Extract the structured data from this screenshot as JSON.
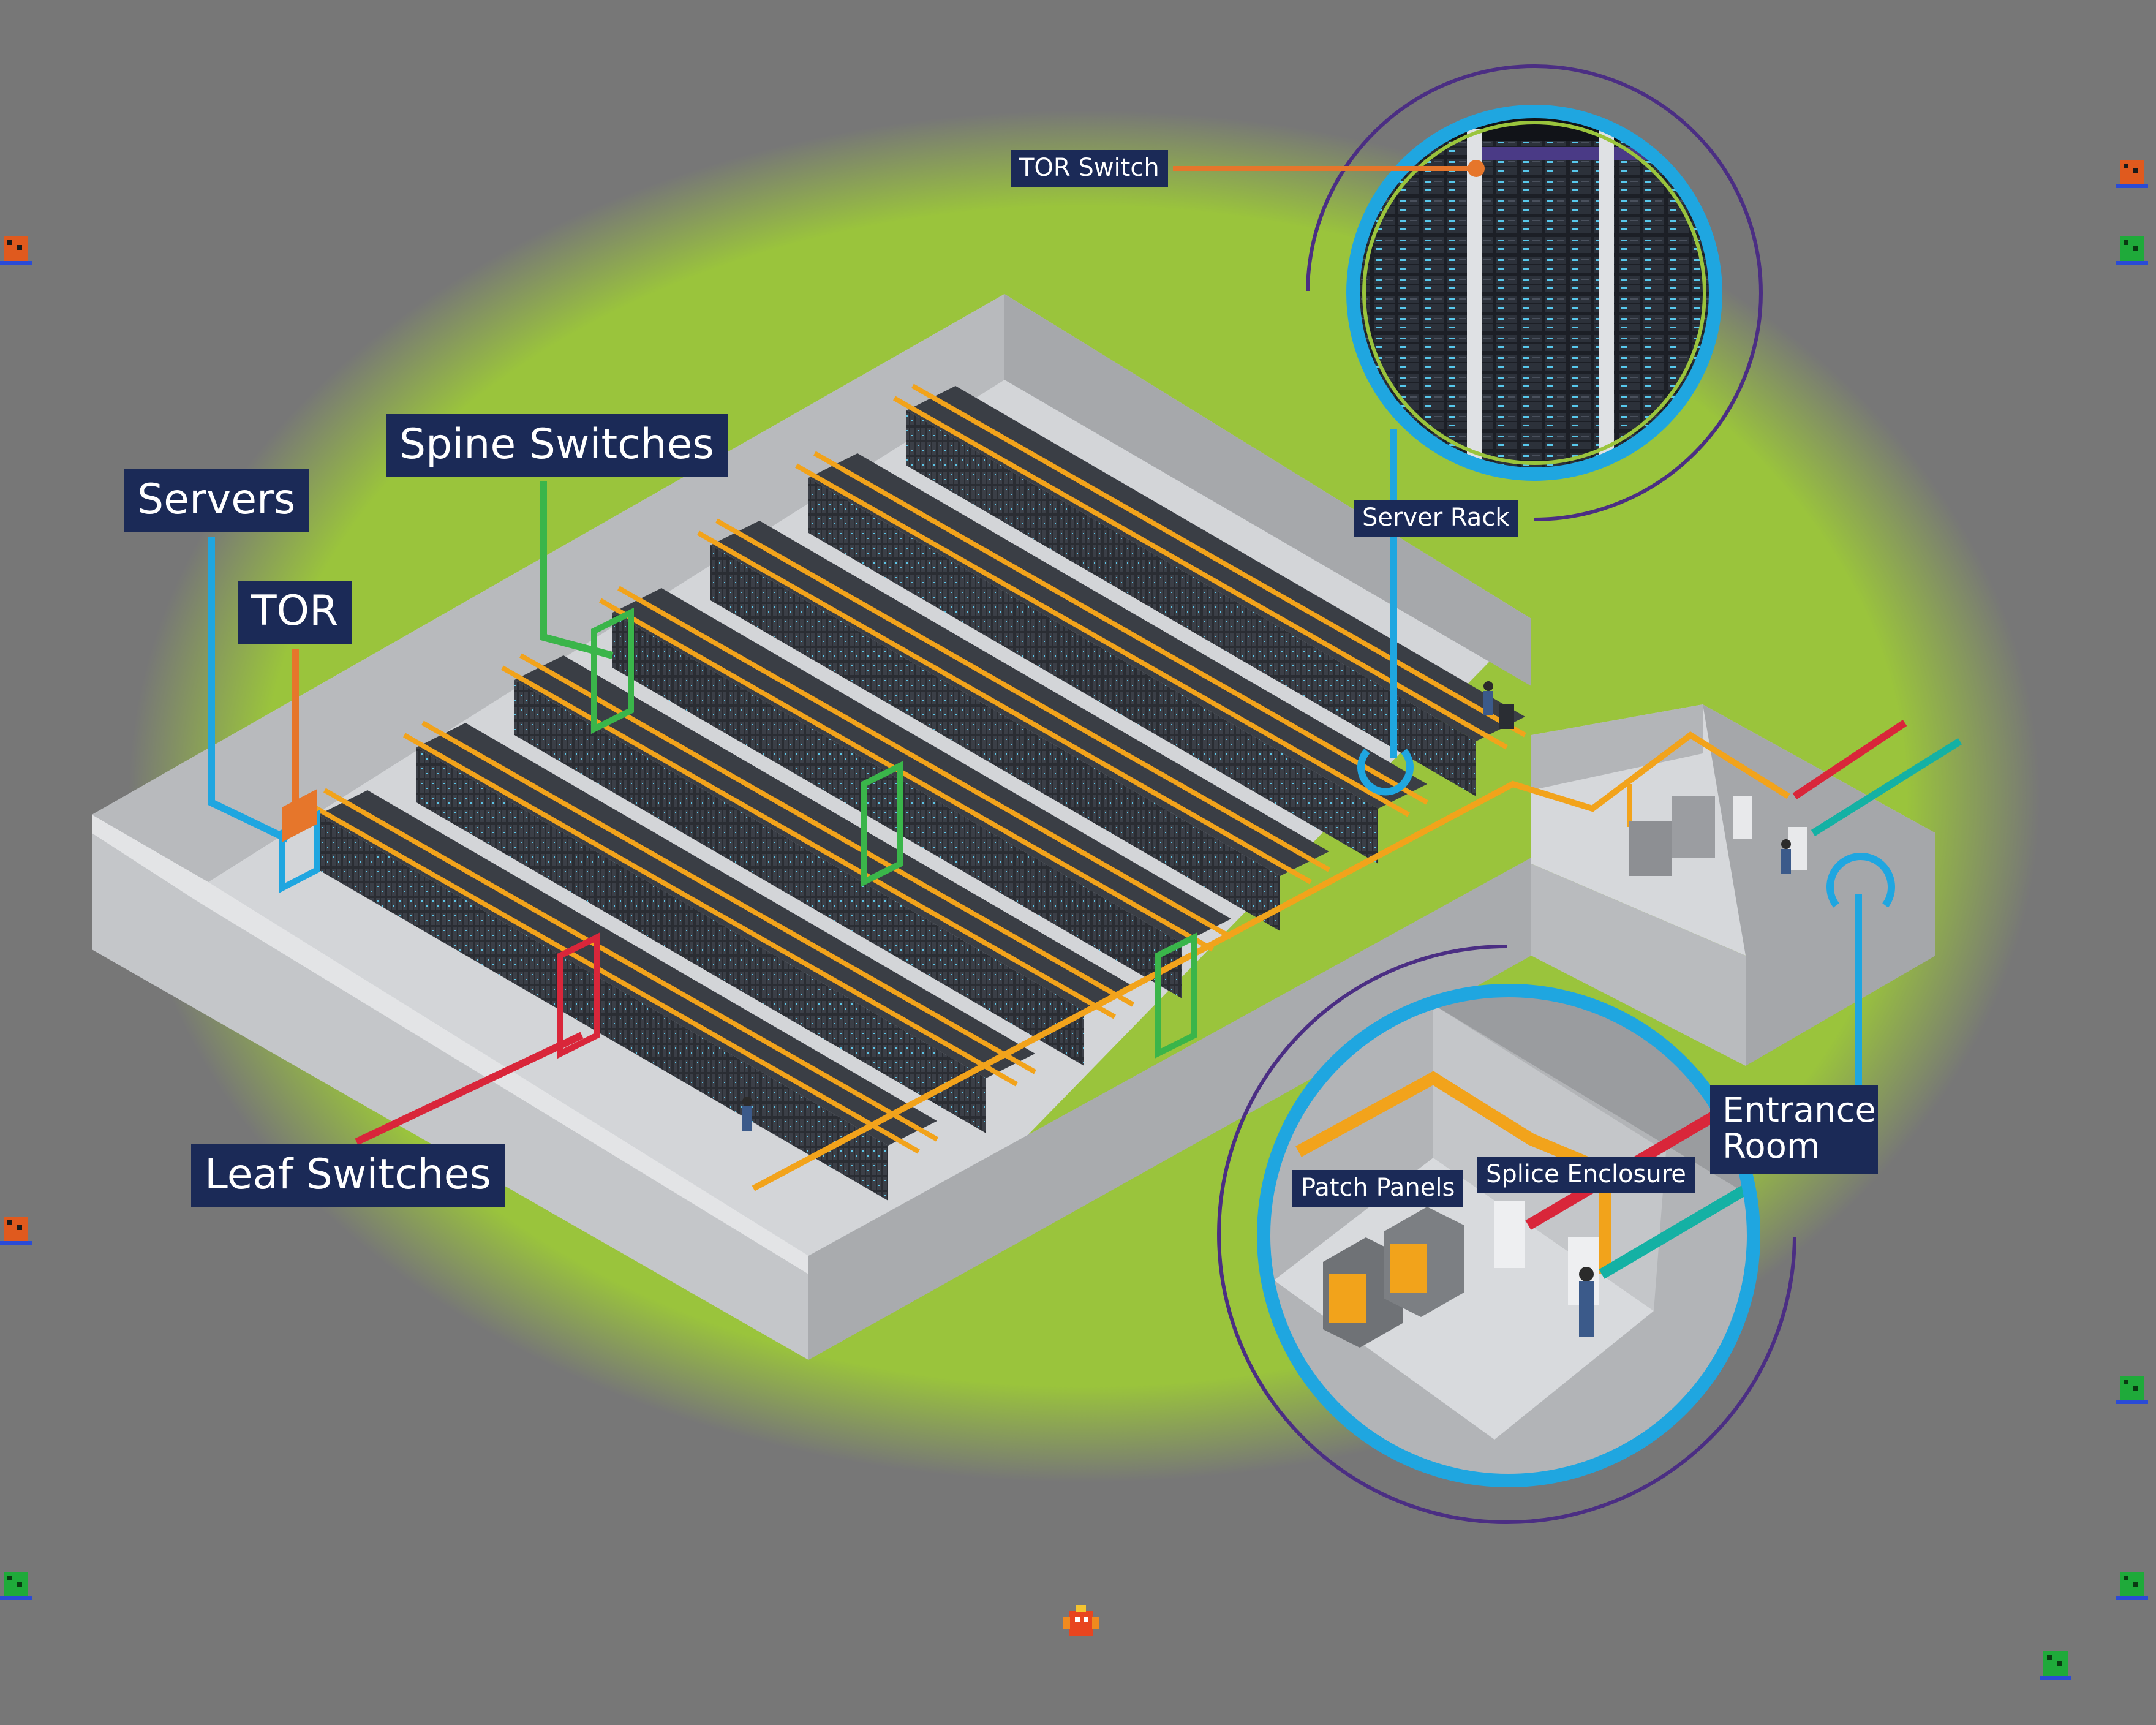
{
  "labels": {
    "servers": "Servers",
    "tor": "TOR",
    "spine_switches": "Spine Switches",
    "leaf_switches": "Leaf Switches",
    "tor_switch": "TOR Switch",
    "server_rack": "Server Rack",
    "patch_panels": "Patch Panels",
    "splice_enclosure": "Splice Enclosure",
    "entrance_room": "Entrance Room"
  },
  "colors": {
    "background": "#777777",
    "spotlight": "#9ac43c",
    "servers_line": "#1fa6e0",
    "tor_line": "#e6762b",
    "spine_line": "#3ab54a",
    "leaf_line": "#d9263a",
    "cable_tray": "#f2a31b",
    "label_bg": "#1b2a57",
    "zoom_ring": "#1fa6e0",
    "zoom_outer_ring": "#4b2e83"
  },
  "sprites": {
    "enemy_red": "red-bug-sprite",
    "enemy_green": "green-bug-sprite",
    "player": "player-ship-sprite"
  }
}
